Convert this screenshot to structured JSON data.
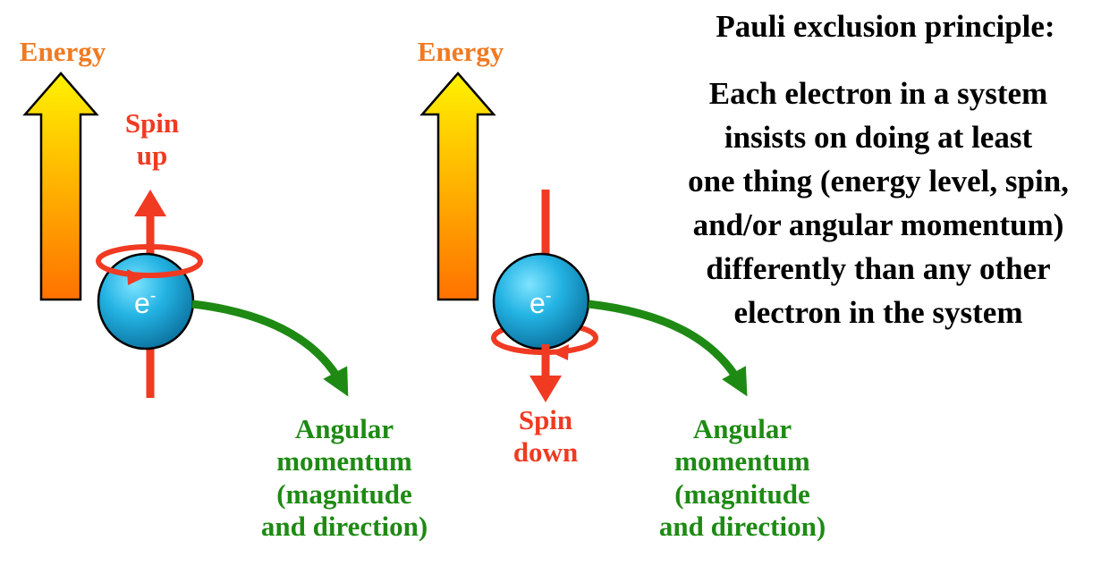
{
  "title": "Pauli exclusion principle:",
  "description_lines": [
    "Each electron in a system",
    "insists on doing at least",
    "one thing (energy level, spin,",
    "and/or angular momentum)",
    "differently than any other",
    "electron in the system"
  ],
  "left_electron": {
    "energy_label": "Energy",
    "spin_label": [
      "Spin",
      "up"
    ],
    "electron_symbol": "e",
    "electron_charge": "-",
    "angular_label": [
      "Angular",
      "momentum",
      "(magnitude",
      "and direction)"
    ]
  },
  "right_electron": {
    "energy_label": "Energy",
    "spin_label": [
      "Spin",
      "down"
    ],
    "electron_symbol": "e",
    "electron_charge": "-",
    "angular_label": [
      "Angular",
      "momentum",
      "(magnitude",
      "and direction)"
    ]
  },
  "colors": {
    "energy_text": "#f07a22",
    "spin": "#f03a22",
    "angular": "#1e8a14",
    "sphere": "#1aa8d8",
    "arrow_top": "#fff200",
    "arrow_bottom": "#ff7a00"
  }
}
